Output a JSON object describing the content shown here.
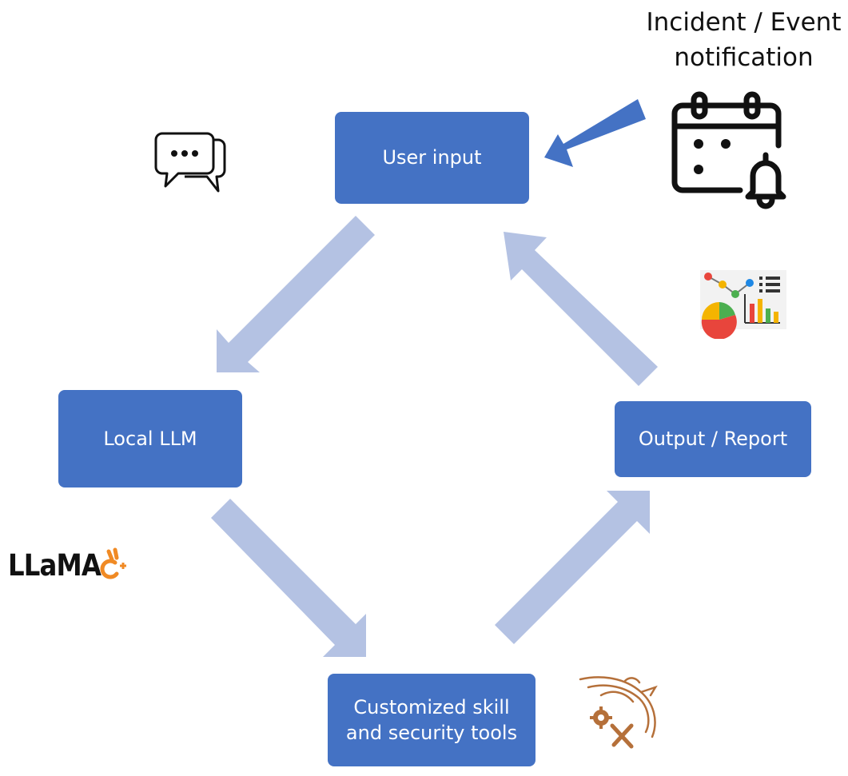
{
  "diagram": {
    "nodes": {
      "user_input": "User input",
      "local_llm": "Local LLM",
      "output_report": "Output / Report",
      "custom_tools": "Customized skill\nand security tools"
    },
    "event_label": "Incident / Event\nnotification",
    "logo_text": "LLaMA",
    "colors": {
      "node_fill": "#4472c4",
      "cycle_arrow": "#b4c2e3",
      "event_arrow": "#4472c4"
    },
    "icons": {
      "chat": "chat-bubbles-icon",
      "calendar": "calendar-bell-icon",
      "analytics": "analytics-dashboard-icon",
      "tools": "kali-dragon-tools-icon"
    }
  }
}
